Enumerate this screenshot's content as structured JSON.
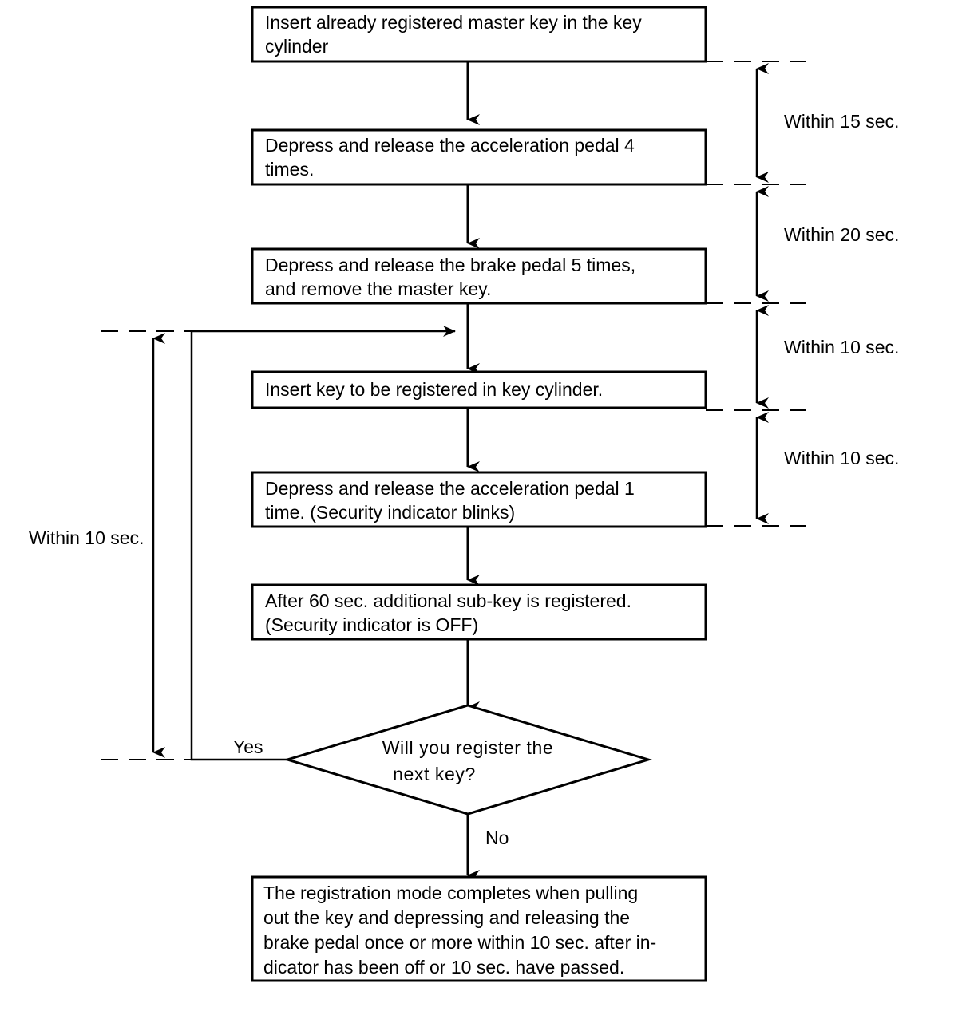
{
  "diagram": {
    "title": "Key registration procedure flowchart",
    "type": "flowchart",
    "ink_color": "#000000",
    "background_color": "#ffffff"
  },
  "steps": [
    {
      "id": "step-insert-master-key",
      "shape": "process",
      "lines": [
        "Insert already registered master key in the key",
        "cylinder"
      ]
    },
    {
      "id": "step-accel-pedal-4",
      "shape": "process",
      "lines": [
        "Depress and release the acceleration pedal 4",
        "times."
      ]
    },
    {
      "id": "step-brake-pedal-5",
      "shape": "process",
      "lines": [
        "Depress and release the brake pedal 5 times,",
        "and remove the master key."
      ]
    },
    {
      "id": "step-insert-new-key",
      "shape": "process",
      "lines": [
        "Insert key to be registered in key cylinder."
      ]
    },
    {
      "id": "step-accel-pedal-1",
      "shape": "process",
      "lines": [
        "Depress and release the acceleration pedal 1",
        "time. (Security indicator blinks)"
      ]
    },
    {
      "id": "step-sub-key-registered",
      "shape": "process",
      "lines": [
        "After 60 sec. additional sub-key is registered.",
        "(Security indicator is OFF)"
      ]
    },
    {
      "id": "decision-next-key",
      "shape": "decision",
      "lines": [
        "Will  you  register  the",
        "next key?"
      ]
    },
    {
      "id": "step-registration-complete",
      "shape": "process",
      "lines": [
        "The registration mode completes when pulling",
        "out the key and depressing and releasing the",
        "brake pedal once or more within 10 sec. after in-",
        "dicator has been off or 10 sec. have passed."
      ]
    }
  ],
  "branch_labels": {
    "yes": "Yes",
    "no": "No"
  },
  "timing_annotations": {
    "right_side": [
      {
        "id": "timing-15-sec",
        "label": "Within 15 sec."
      },
      {
        "id": "timing-20-sec",
        "label": "Within 20 sec."
      },
      {
        "id": "timing-10-sec-a",
        "label": "Within 10 sec."
      },
      {
        "id": "timing-10-sec-b",
        "label": "Within 10 sec."
      }
    ],
    "left_side": [
      {
        "id": "timing-10-sec-loop",
        "label": "Within 10 sec."
      }
    ]
  }
}
